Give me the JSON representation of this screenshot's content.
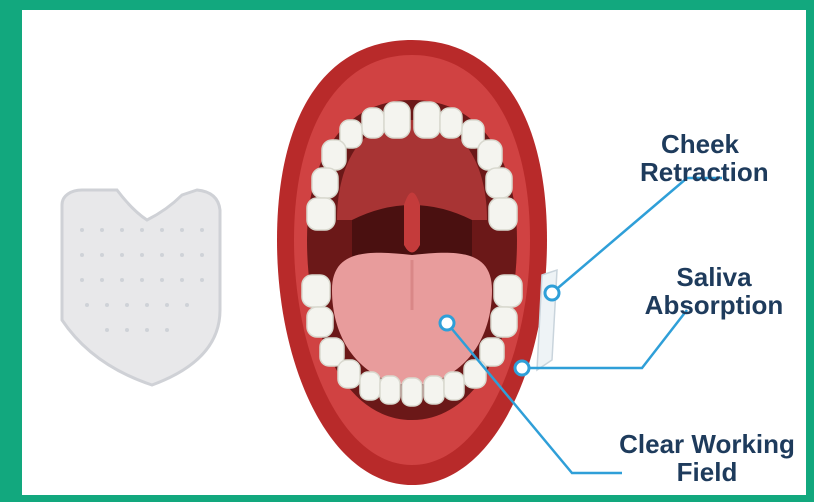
{
  "colors": {
    "border": "#12a87e",
    "background": "#ffffff",
    "label_text": "#1e3b5c",
    "pointer_line": "#2f9fd8",
    "lips": "#b82a2a",
    "tongue": "#e89c9c",
    "throat": "#5a1414"
  },
  "labels": {
    "cheek": {
      "line1": "Cheek",
      "line2": "Retraction"
    },
    "saliva": {
      "line1": "Saliva",
      "line2": "Absorption"
    },
    "clear": {
      "line1": "Clear Working",
      "line2": "Field"
    }
  },
  "icons": {
    "shield": "dental-shield-pad-icon",
    "mouth": "open-mouth-illustration"
  }
}
